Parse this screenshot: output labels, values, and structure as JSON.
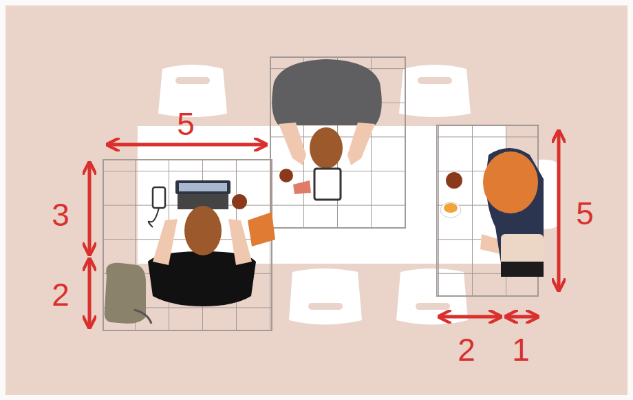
{
  "diagram": {
    "labels": [
      "5",
      "3",
      "2",
      "5",
      "2",
      "1"
    ]
  }
}
